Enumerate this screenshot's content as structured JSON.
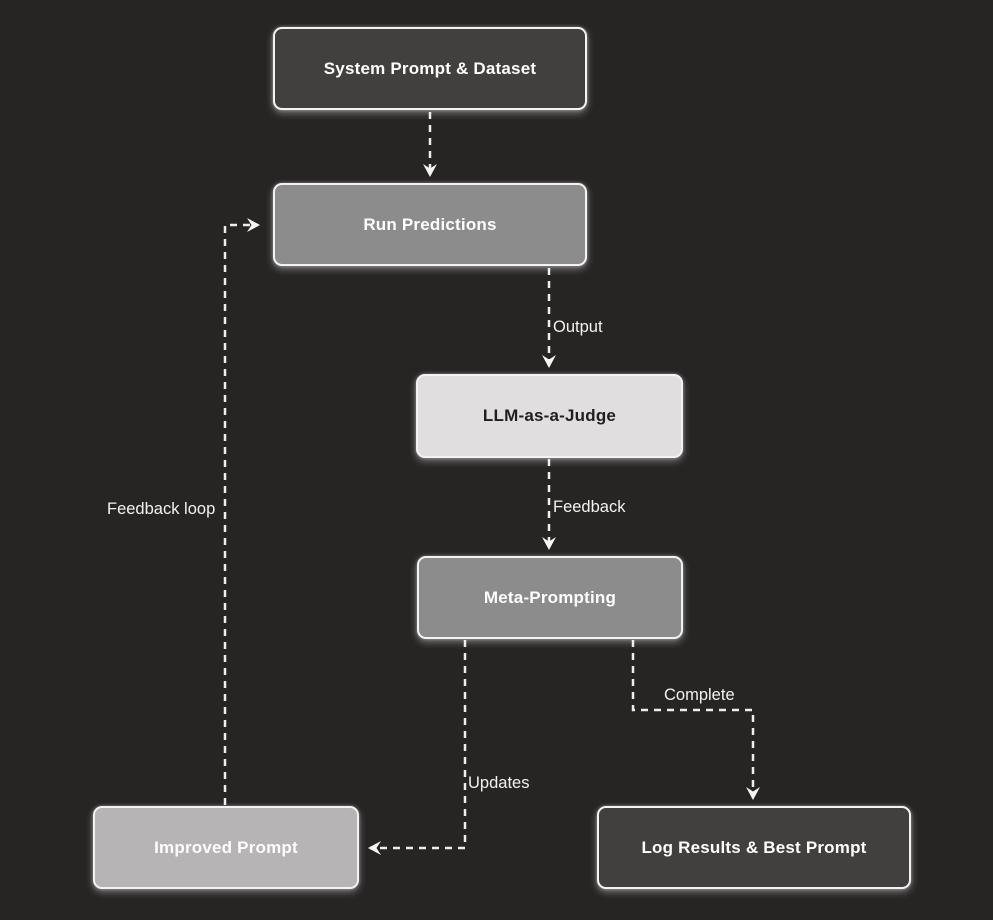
{
  "diagram": {
    "title": "Prompt optimization feedback-loop flowchart",
    "background_color": "#272424",
    "edge_color": "#ededed",
    "nodes": {
      "system_prompt_dataset": {
        "label": "System Prompt & Dataset",
        "fill": "#423f3f",
        "text_color": "#ffffff"
      },
      "run_predictions": {
        "label": "Run Predictions",
        "fill": "#8c8c8c",
        "text_color": "#ffffff"
      },
      "llm_judge": {
        "label": "LLM-as-a-Judge",
        "fill": "#e0dede",
        "text_color": "#1f1f1f"
      },
      "meta_prompting": {
        "label": "Meta-Prompting",
        "fill": "#8c8c8c",
        "text_color": "#ffffff"
      },
      "improved_prompt": {
        "label": "Improved Prompt",
        "fill": "#b6b4b4",
        "text_color": "#ffffff"
      },
      "log_results": {
        "label": "Log Results & Best Prompt",
        "fill": "#423f3f",
        "text_color": "#ffffff"
      }
    },
    "edges": [
      {
        "from": "system_prompt_dataset",
        "to": "run_predictions",
        "label": ""
      },
      {
        "from": "run_predictions",
        "to": "llm_judge",
        "label": "Output"
      },
      {
        "from": "llm_judge",
        "to": "meta_prompting",
        "label": "Feedback"
      },
      {
        "from": "meta_prompting",
        "to": "improved_prompt",
        "label": "Updates"
      },
      {
        "from": "meta_prompting",
        "to": "log_results",
        "label": "Complete"
      },
      {
        "from": "improved_prompt",
        "to": "run_predictions",
        "label": "Feedback loop"
      }
    ],
    "edge_labels": {
      "output": "Output",
      "feedback": "Feedback",
      "feedback_loop": "Feedback loop",
      "complete": "Complete",
      "updates": "Updates"
    }
  }
}
